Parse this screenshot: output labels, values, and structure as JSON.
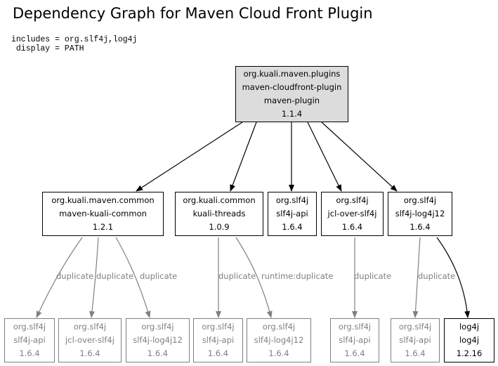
{
  "title": "Dependency Graph for Maven Cloud Front Plugin",
  "params": {
    "line1": "includes = org.slf4j,log4j",
    "line2": " display = PATH"
  },
  "nodes": {
    "root": {
      "group": "org.kuali.maven.plugins",
      "artifact": "maven-cloudfront-plugin",
      "packaging": "maven-plugin",
      "version": "1.1.4"
    },
    "kuali_common": {
      "group": "org.kuali.maven.common",
      "artifact": "maven-kuali-common",
      "version": "1.2.1"
    },
    "kuali_threads": {
      "group": "org.kuali.common",
      "artifact": "kuali-threads",
      "version": "1.0.9"
    },
    "slf4j_api": {
      "group": "org.slf4j",
      "artifact": "slf4j-api",
      "version": "1.6.4"
    },
    "jcl_over": {
      "group": "org.slf4j",
      "artifact": "jcl-over-slf4j",
      "version": "1.6.4"
    },
    "slf4j_log4j": {
      "group": "org.slf4j",
      "artifact": "slf4j-log4j12",
      "version": "1.6.4"
    },
    "d1": {
      "group": "org.slf4j",
      "artifact": "slf4j-api",
      "version": "1.6.4"
    },
    "d2": {
      "group": "org.slf4j",
      "artifact": "jcl-over-slf4j",
      "version": "1.6.4"
    },
    "d3": {
      "group": "org.slf4j",
      "artifact": "slf4j-log4j12",
      "version": "1.6.4"
    },
    "d4": {
      "group": "org.slf4j",
      "artifact": "slf4j-api",
      "version": "1.6.4"
    },
    "d5": {
      "group": "org.slf4j",
      "artifact": "slf4j-log4j12",
      "version": "1.6.4"
    },
    "d6": {
      "group": "org.slf4j",
      "artifact": "slf4j-api",
      "version": "1.6.4"
    },
    "d7": {
      "group": "org.slf4j",
      "artifact": "slf4j-api",
      "version": "1.6.4"
    },
    "log4j": {
      "group": "log4j",
      "artifact": "log4j",
      "version": "1.2.16"
    }
  },
  "edges": {
    "e1": "duplicate",
    "e2": "duplicate",
    "e3": "duplicate",
    "e4": "duplicate",
    "e5": "runtime:duplicate",
    "e6": "duplicate",
    "e7": "duplicate"
  },
  "colors": {
    "root_fill": "#dcdcdc",
    "duplicate": "#808080",
    "normal": "#000000"
  }
}
